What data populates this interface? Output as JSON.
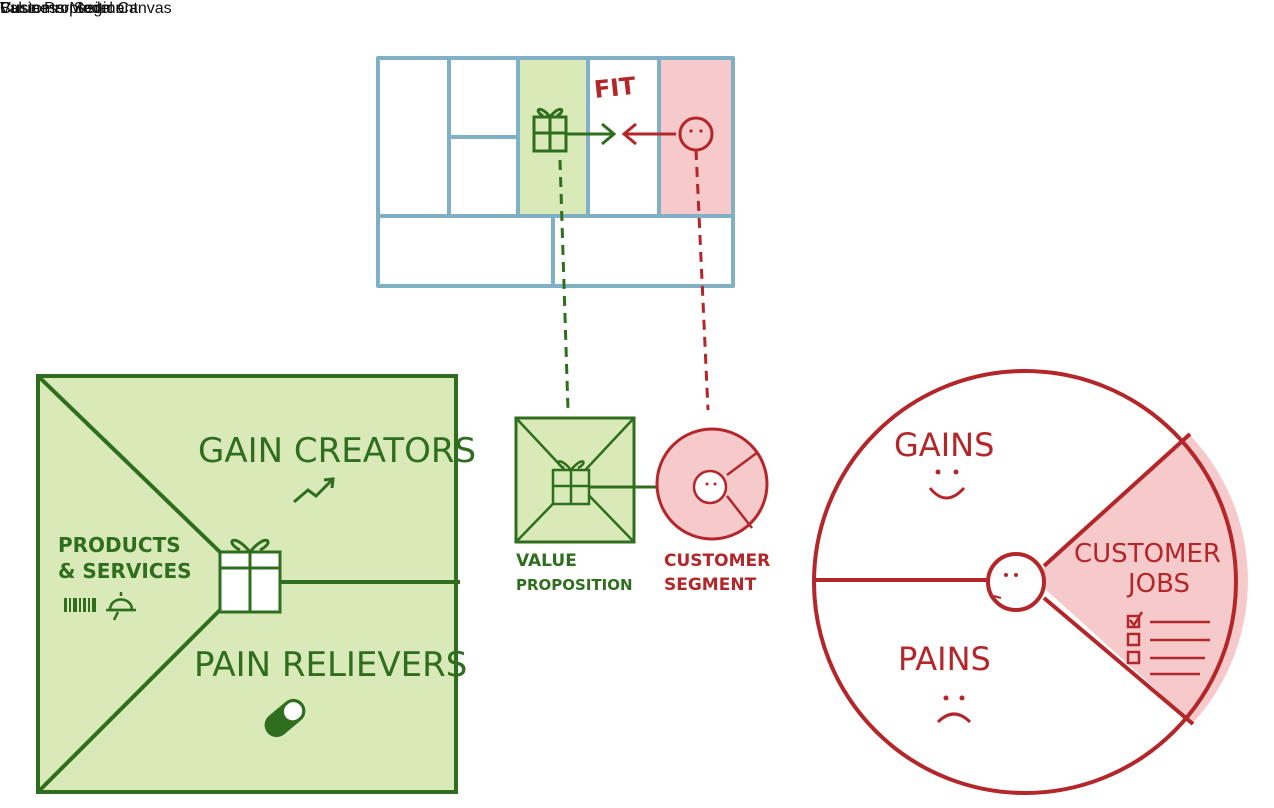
{
  "captions": {
    "business_model_canvas": "Business Model Canvas",
    "value_proposition": "Value Proposition",
    "customer_segment": "Customer Segment"
  },
  "canvas": {
    "fit_label": "FIT"
  },
  "mini": {
    "value_proposition_line1": "VALUE",
    "value_proposition_line2": "PROPOSITION",
    "customer_segment_line1": "CUSTOMER",
    "customer_segment_line2": "SEGMENT"
  },
  "value_map": {
    "gain_creators": "GAIN CREATORS",
    "products_line1": "PRODUCTS",
    "products_line2": "& SERVICES",
    "pain_relievers": "PAIN RELIEVERS"
  },
  "customer_profile": {
    "gains": "GAINS",
    "pains": "PAINS",
    "jobs_line1": "CUSTOMER",
    "jobs_line2": "JOBS"
  },
  "colors": {
    "green_dark": "#2f6e1f",
    "green_fill": "#d9eab8",
    "red_dark": "#b3262a",
    "red_fill": "#f6caca",
    "blue_line": "#7fb0c6"
  }
}
